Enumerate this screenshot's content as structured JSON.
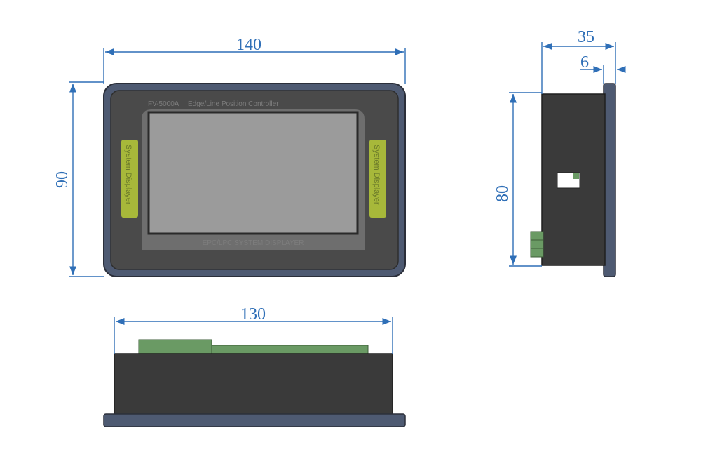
{
  "dimensions": {
    "front_width": "140",
    "front_height": "90",
    "side_depth": "35",
    "side_bezel": "6",
    "side_height": "80",
    "bottom_width": "130"
  },
  "front_panel": {
    "model_label": "FV-5000A",
    "title_label": "Edge/Line Position Controller",
    "bottom_label": "EPC/LPC SYSTEM DISPLAYER",
    "left_tab_label": "System Displayer",
    "right_tab_label": "System Displayer"
  },
  "colors": {
    "dimension": "#2f6fb7",
    "bezel": "#4e5a72",
    "body": "#3a3a3a",
    "screen": "#9b9b9b",
    "tab": "#a7b83a",
    "connector": "#6a9a64"
  }
}
